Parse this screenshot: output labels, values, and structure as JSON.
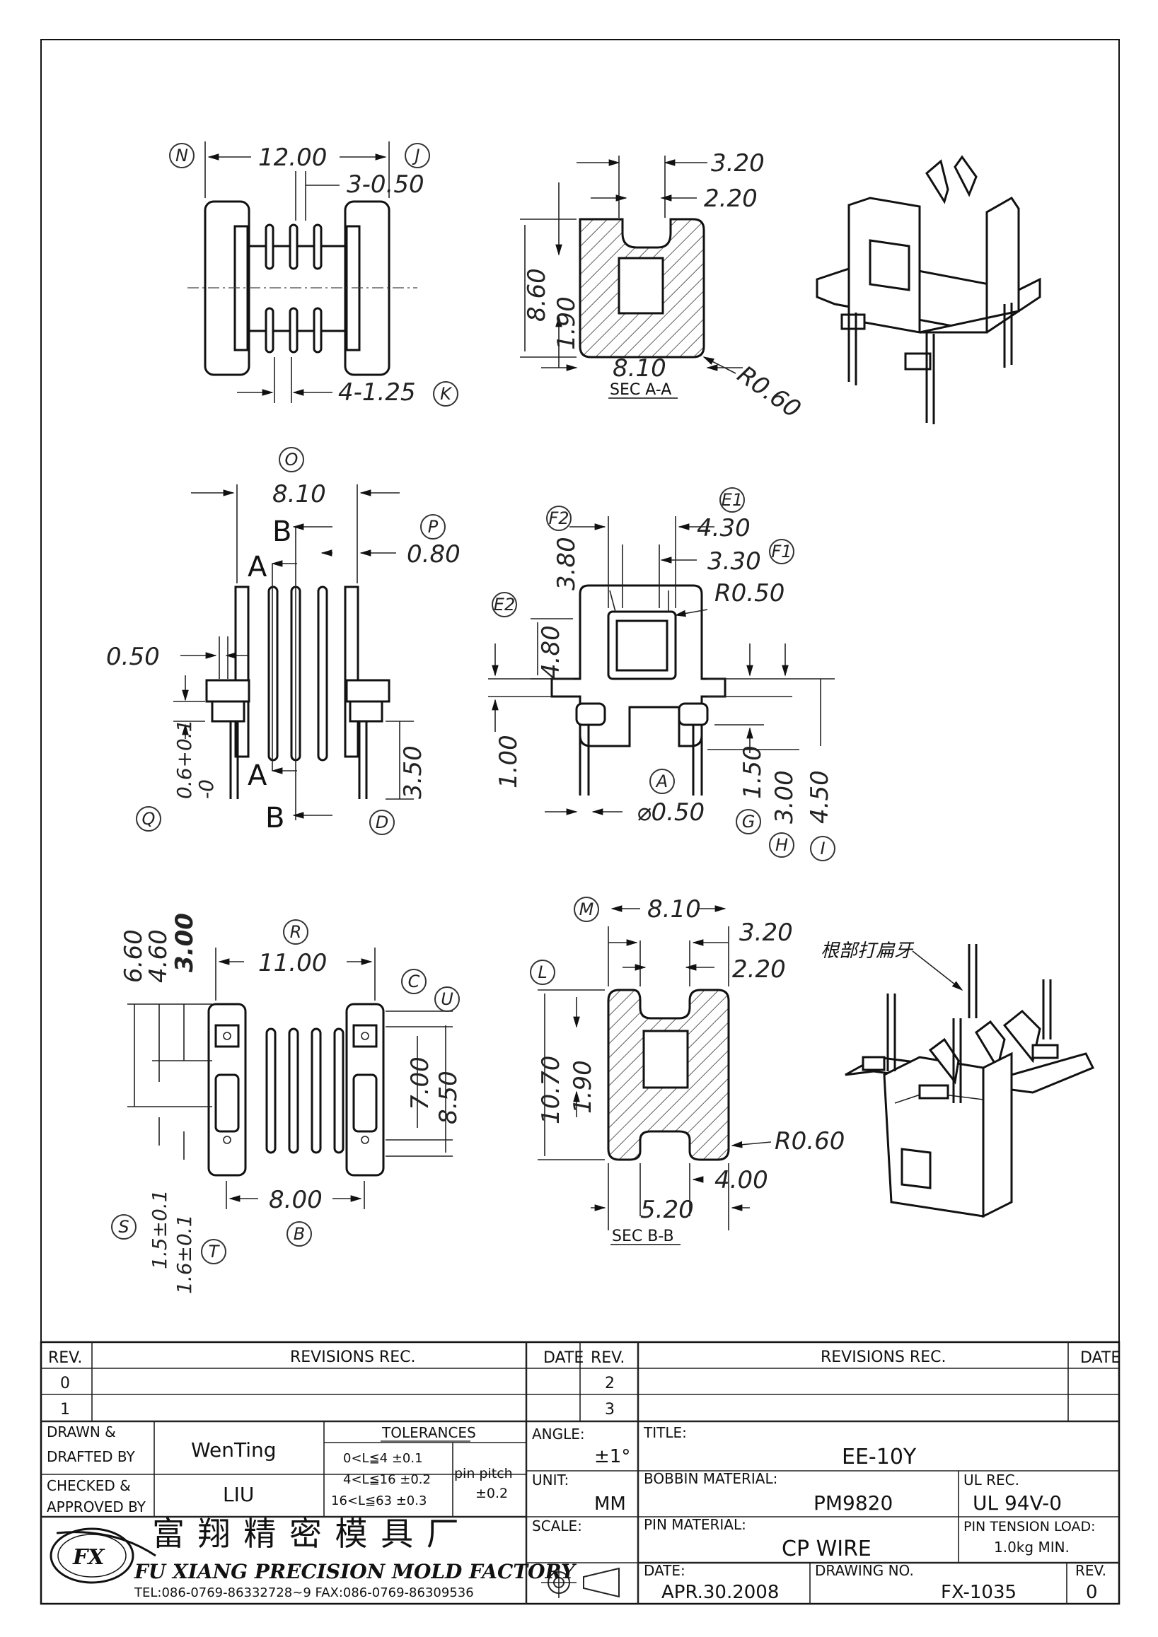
{
  "drawing": {
    "top_view": {
      "overall_width": "12.00",
      "slot": "3-0.50",
      "flange": "4-1.25",
      "tags": [
        "N",
        "J",
        "K"
      ]
    },
    "section_aa": {
      "top_outer": "3.20",
      "top_inner": "2.20",
      "height": "8.60",
      "inner": "1.90",
      "width": "8.10",
      "radius": "R0.60",
      "caption": "SEC A-A"
    },
    "side_view": {
      "top": "8.10",
      "p": "0.80",
      "left": "0.50",
      "q": "0.6+0.1\n-0",
      "d": "3.50",
      "letters": [
        "O",
        "P",
        "Q",
        "D"
      ],
      "cuts": [
        "A",
        "A",
        "B",
        "B"
      ]
    },
    "front_view": {
      "e1": "4.30",
      "f1": "3.30",
      "f2": "3.80",
      "r": "R0.50",
      "e2": "4.80",
      "bottom": "1.00",
      "pin": "⌀0.50",
      "g": "1.50",
      "h": "3.00",
      "i": "4.50",
      "letters": [
        "E1",
        "F2",
        "F1",
        "E2",
        "A",
        "G",
        "H",
        "I"
      ]
    },
    "bottom_view": {
      "width": "11.00",
      "h1": "6.60",
      "h2": "4.60",
      "h3": "3.00",
      "c": "7.00",
      "u": "8.50",
      "b": "8.00",
      "s": "1.5±0.1",
      "t": "1.6±0.1",
      "letters": [
        "R",
        "C",
        "U",
        "B",
        "S",
        "T"
      ]
    },
    "section_bb": {
      "top": "8.10",
      "a": "3.20",
      "b": "2.20",
      "height": "10.70",
      "inner": "1.90",
      "radius": "R0.60",
      "bottom_inner": "4.00",
      "bottom": "5.20",
      "caption": "SEC B-B",
      "letters": [
        "M",
        "L"
      ]
    },
    "note": "根部打扁牙"
  },
  "title_block": {
    "rev_header": "REV.",
    "revisions_header": "REVISIONS   REC.",
    "date_header": "DATE",
    "revs_left": [
      "0",
      "1"
    ],
    "revs_right": [
      "2",
      "3"
    ],
    "drawn_label": "DRAWN &\nDRAFTED BY",
    "drawn_by": "WenTing",
    "checked_label": "CHECKED &\nAPPROVED BY",
    "checked_by": "LIU",
    "tolerances_title": "TOLERANCES",
    "tolerances": [
      "0<L≦4  ±0.1",
      "4<L≦16  ±0.2",
      "16<L≦63  ±0.3"
    ],
    "pin_pitch_label": "pin pitch",
    "pin_pitch": "±0.2",
    "angle_label": "ANGLE:",
    "angle": "±1°",
    "unit_label": "UNIT:",
    "unit": "MM",
    "scale_label": "SCALE:",
    "title_label": "TITLE:",
    "title": "EE-10Y",
    "bobbin_label": "BOBBIN MATERIAL:",
    "bobbin": "PM9820",
    "ul_label": "UL REC.",
    "ul": "UL 94V-0",
    "pin_material_label": "PIN MATERIAL:",
    "pin_material": "CP WIRE",
    "pin_tension_label": "PIN TENSION LOAD:",
    "pin_tension": "1.0kg MIN.",
    "date_label": "DATE:",
    "date": "APR.30.2008",
    "drawing_no_label": "DRAWING NO.",
    "drawing_no": "FX-1035",
    "rev_label": "REV.",
    "rev": "0",
    "company_cn": "富 翔 精 密 模 具 厂",
    "company_en": "FU XIANG PRECISION MOLD FACTORY",
    "contact": "TEL:086-0769-86332728~9  FAX:086-0769-86309536",
    "logo": "FX"
  }
}
